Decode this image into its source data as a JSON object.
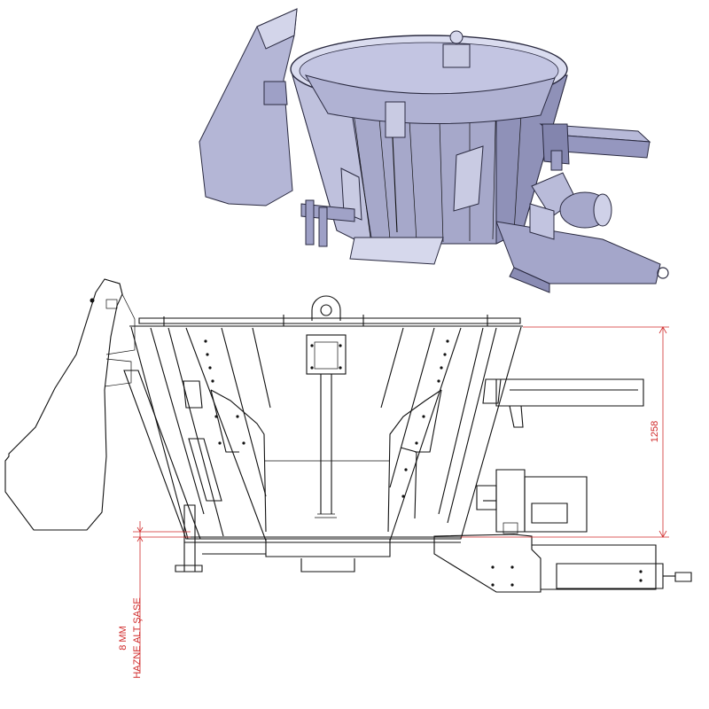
{
  "dimensions": {
    "height_value": "1258",
    "offset_value": "8 MM",
    "offset_label": "HAZNE ALT ŞASE"
  },
  "colors": {
    "iso_fill_light": "#c9cbe3",
    "iso_fill_mid": "#a9abcd",
    "iso_fill_dark": "#8284ad",
    "dimension": "#d02a2a",
    "line": "#111111"
  }
}
